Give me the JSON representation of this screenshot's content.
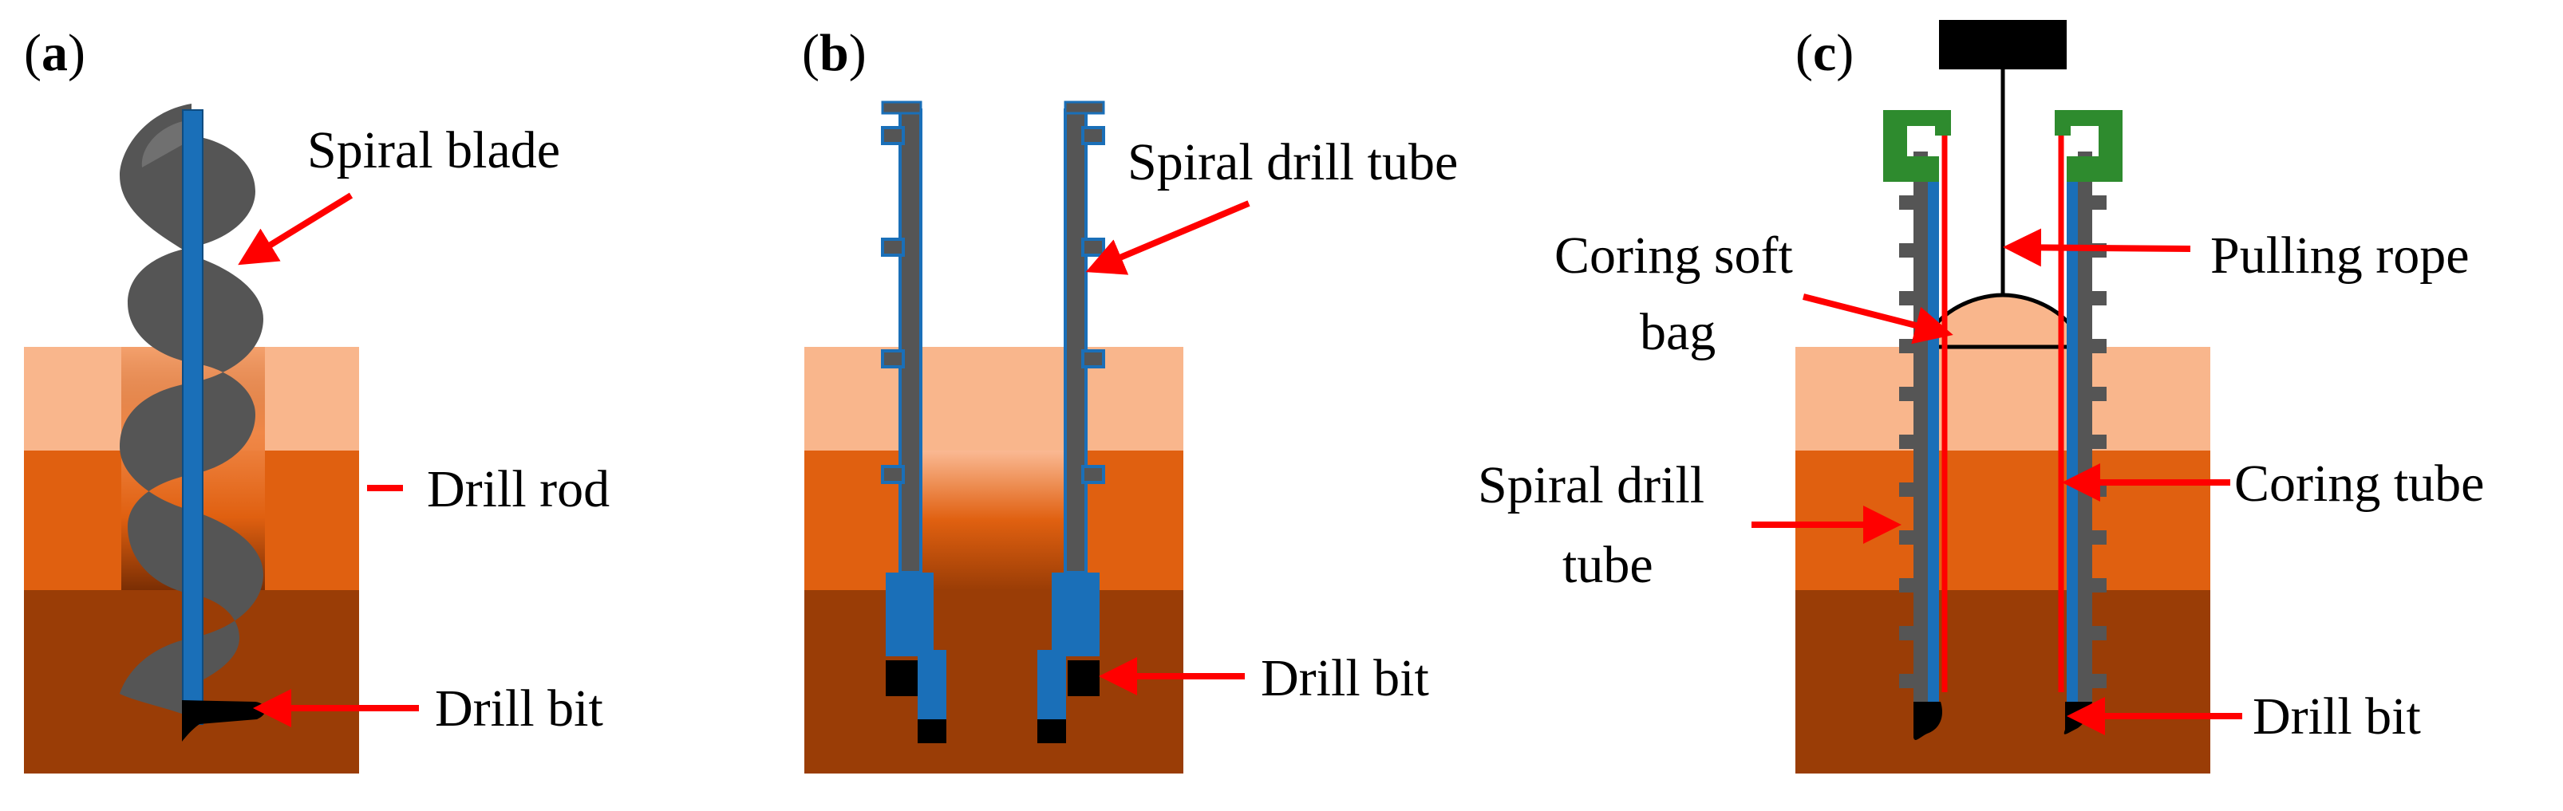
{
  "panels": [
    {
      "id": "a",
      "labels": [
        "Spiral blade",
        "Drill rod",
        "Drill bit"
      ]
    },
    {
      "id": "b",
      "labels": [
        "Spiral drill tube",
        "Drill bit"
      ]
    },
    {
      "id": "c",
      "labels": [
        "Coring soft",
        "bag",
        "Pulling rope",
        "Spiral drill",
        "tube",
        "Coring tube",
        "Drill bit"
      ]
    }
  ],
  "colors": {
    "soil_top": "#F9B68C",
    "soil_mid": "#E06010",
    "soil_bottom": "#9A3D06",
    "rod_blue": "#1A6FB8",
    "blade_gray": "#555555",
    "arrow_red": "#FF0000",
    "clamp_green": "#2E8B2E",
    "bit_black": "#000000"
  }
}
